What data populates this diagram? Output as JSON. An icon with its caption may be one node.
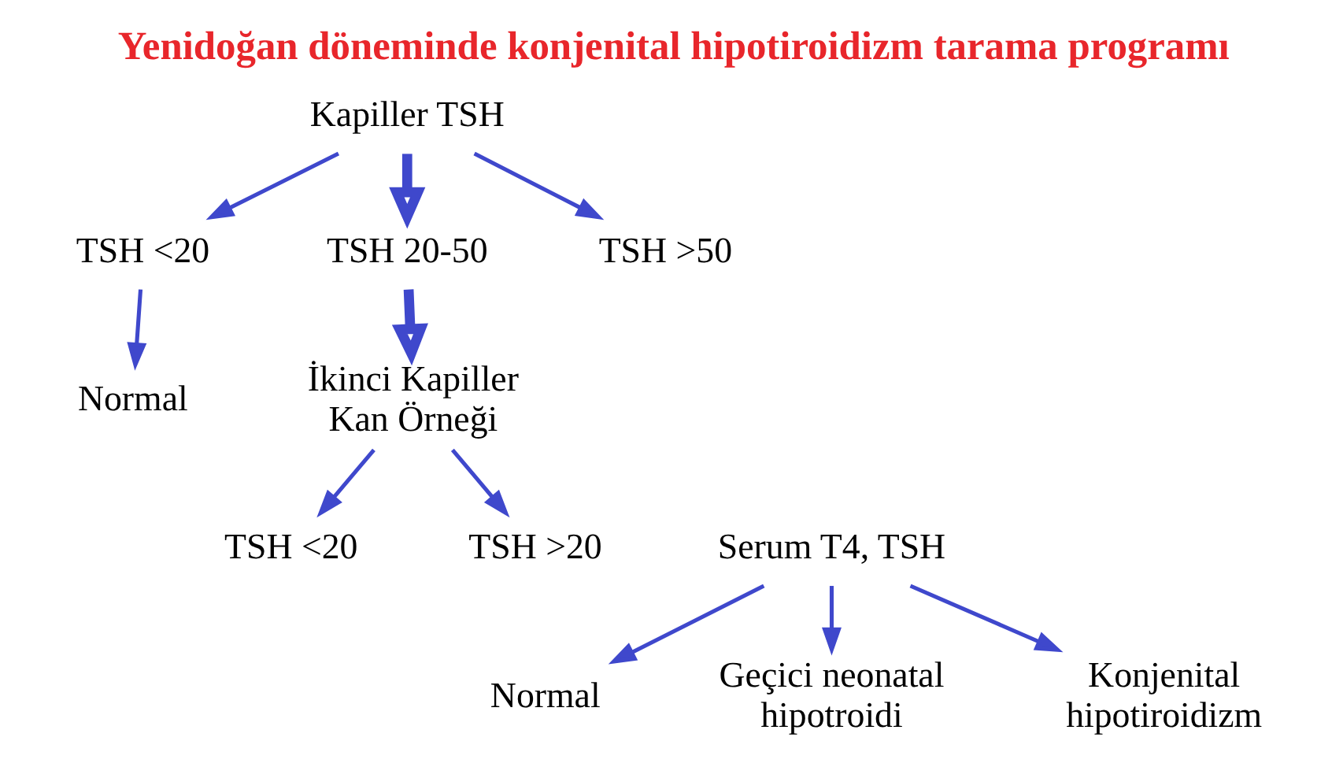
{
  "diagram": {
    "title": "Yenidoğan döneminde konjenital hipotiroidizm tarama programı",
    "nodes": [
      {
        "text": [
          "Kapiller TSH"
        ]
      },
      {
        "text": [
          "TSH <20"
        ]
      },
      {
        "text": [
          "TSH 20-50"
        ]
      },
      {
        "text": [
          "TSH >50"
        ]
      },
      {
        "text": [
          "Normal"
        ]
      },
      {
        "text": [
          "İkinci Kapiller Kan Örneği"
        ]
      },
      {
        "text": [
          "TSH <20"
        ]
      },
      {
        "text": [
          "TSH >20"
        ]
      },
      {
        "text": [
          "Serum T4, TSH"
        ]
      },
      {
        "text": [
          "Normal"
        ]
      },
      {
        "text": [
          "Geçici neonatal hipotroidi"
        ]
      },
      {
        "text": [
          "Konjenital hipotiroidizm"
        ]
      }
    ],
    "edges": [
      {
        "from": 0,
        "to": 1,
        "arrow": "to"
      },
      {
        "from": 0,
        "to": 2,
        "arrow": "to",
        "style": "thick"
      },
      {
        "from": 0,
        "to": 3,
        "arrow": "to"
      },
      {
        "from": 1,
        "to": 4,
        "arrow": "to"
      },
      {
        "from": 2,
        "to": 5,
        "arrow": "to",
        "style": "thick"
      },
      {
        "from": 5,
        "to": 6,
        "arrow": "to"
      },
      {
        "from": 5,
        "to": 7,
        "arrow": "to"
      },
      {
        "from": 8,
        "to": 9,
        "arrow": "to"
      },
      {
        "from": 8,
        "to": 10,
        "arrow": "to"
      },
      {
        "from": 8,
        "to": 11,
        "arrow": "to"
      }
    ]
  }
}
